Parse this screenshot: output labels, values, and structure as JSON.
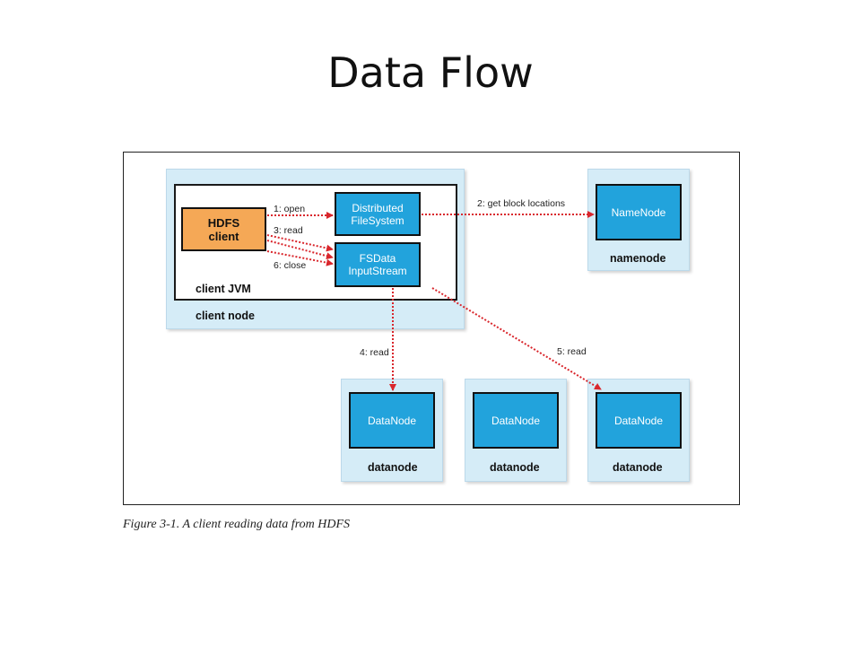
{
  "slide": {
    "title": "Data Flow"
  },
  "diagram": {
    "client_node": {
      "jvm_label": "client JVM",
      "node_label": "client node",
      "hdfs_client": [
        "HDFS",
        "client"
      ],
      "dfs": [
        "Distributed",
        "FileSystem"
      ],
      "fsdis": [
        "FSData",
        "InputStream"
      ]
    },
    "namenode": {
      "box": "NameNode",
      "label": "namenode"
    },
    "datanodes": [
      {
        "box": "DataNode",
        "label": "datanode"
      },
      {
        "box": "DataNode",
        "label": "datanode"
      },
      {
        "box": "DataNode",
        "label": "datanode"
      }
    ],
    "steps": {
      "open": "1: open",
      "get_block_locations": "2: get block locations",
      "read_client": "3: read",
      "read_dn1": "4: read",
      "read_dn3": "5: read",
      "close": "6: close"
    },
    "colors": {
      "node_bg": "#d5ecf7",
      "box_blue": "#22a3dc",
      "client_orange": "#f5a856",
      "arrow_red": "#d9262c"
    }
  },
  "caption": "Figure 3-1. A client reading data from HDFS"
}
